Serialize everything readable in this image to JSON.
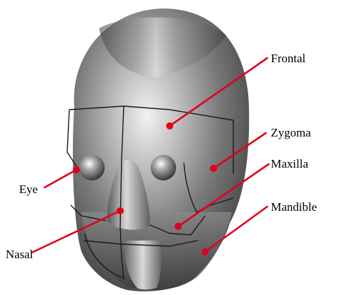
{
  "labels": {
    "frontal": "Frontal",
    "zygoma": "Zygoma",
    "maxilla": "Maxilla",
    "mandible": "Mandible",
    "eye": "Eye",
    "nasal": "Nasal"
  },
  "colors": {
    "leader_line": "#e0001a",
    "marker_dot": "#e0001a",
    "suture_line": "#1a1a1a"
  }
}
